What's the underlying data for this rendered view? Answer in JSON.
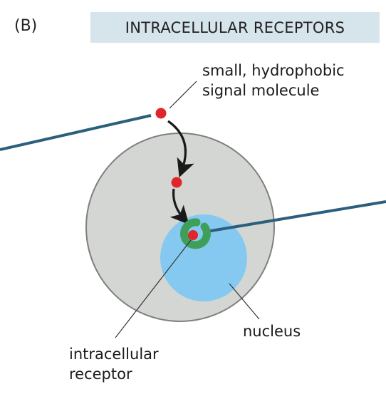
{
  "panel_label": "(B)",
  "title": "INTRACELLULAR RECEPTORS",
  "labels": {
    "signal_line1": "small, hydrophobic",
    "signal_line2": "signal molecule",
    "nucleus": "nucleus",
    "receptor_line1": "intracellular",
    "receptor_line2": "receptor"
  },
  "colors": {
    "title_background": "#d6e4ec",
    "cell": "#d3d6d2",
    "cell_outline": "#7f807e",
    "nucleus": "#85c9f0",
    "receptor": "#3f9f5a",
    "signal_molecule": "#e0262b",
    "membrane_line": "#2b5f7c",
    "arrow": "#1a1a1a"
  }
}
